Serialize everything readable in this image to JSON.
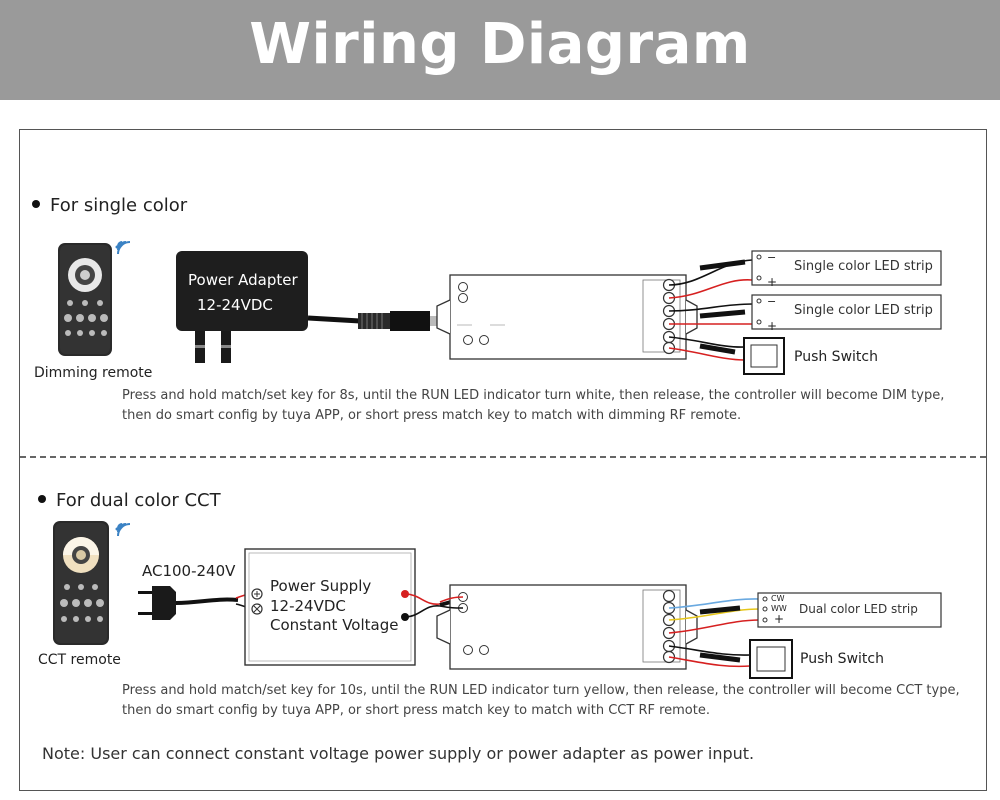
{
  "title": "Wiring Diagram",
  "single": {
    "heading": "For single color",
    "remote_label": "Dimming remote",
    "adapter_line1": "Power Adapter",
    "adapter_line2": "12-24VDC",
    "strip1": "Single color LED strip",
    "strip2": "Single color LED strip",
    "switch_label": "Push Switch",
    "note_line1": "Press and hold match/set key for 8s, until the RUN LED indicator turn white, then release, the controller will become DIM type,",
    "note_line2": "then do  smart  config by  tuya  APP, or  short press match key to match with dimming  RF  remote."
  },
  "cct": {
    "heading": "For dual color CCT",
    "remote_label": "CCT remote",
    "ac_label": "AC100-240V",
    "psu_line1": "Power Supply",
    "psu_line2": "12-24VDC",
    "psu_line3": "Constant Voltage",
    "strip": "Dual color LED strip",
    "strip_cw": "CW",
    "strip_ww": "WW",
    "switch_label": "Push Switch",
    "note_line1": "Press and hold match/set key for 10s, until the RUN LED indicator turn yellow, then release, the controller will become CCT type,",
    "note_line2": "then do  smart  config by  tuya  APP, or  short press match key to match  with CCT  RF  remote."
  },
  "footer_note": "Note: User can connect constant voltage power supply or power adapter as power input.",
  "colors": {
    "header_bg": "#9a9a9a",
    "wire_red": "#d62020",
    "wire_black": "#111111",
    "wire_yellow": "#e6c619",
    "wire_blue": "#6aa9e0"
  }
}
